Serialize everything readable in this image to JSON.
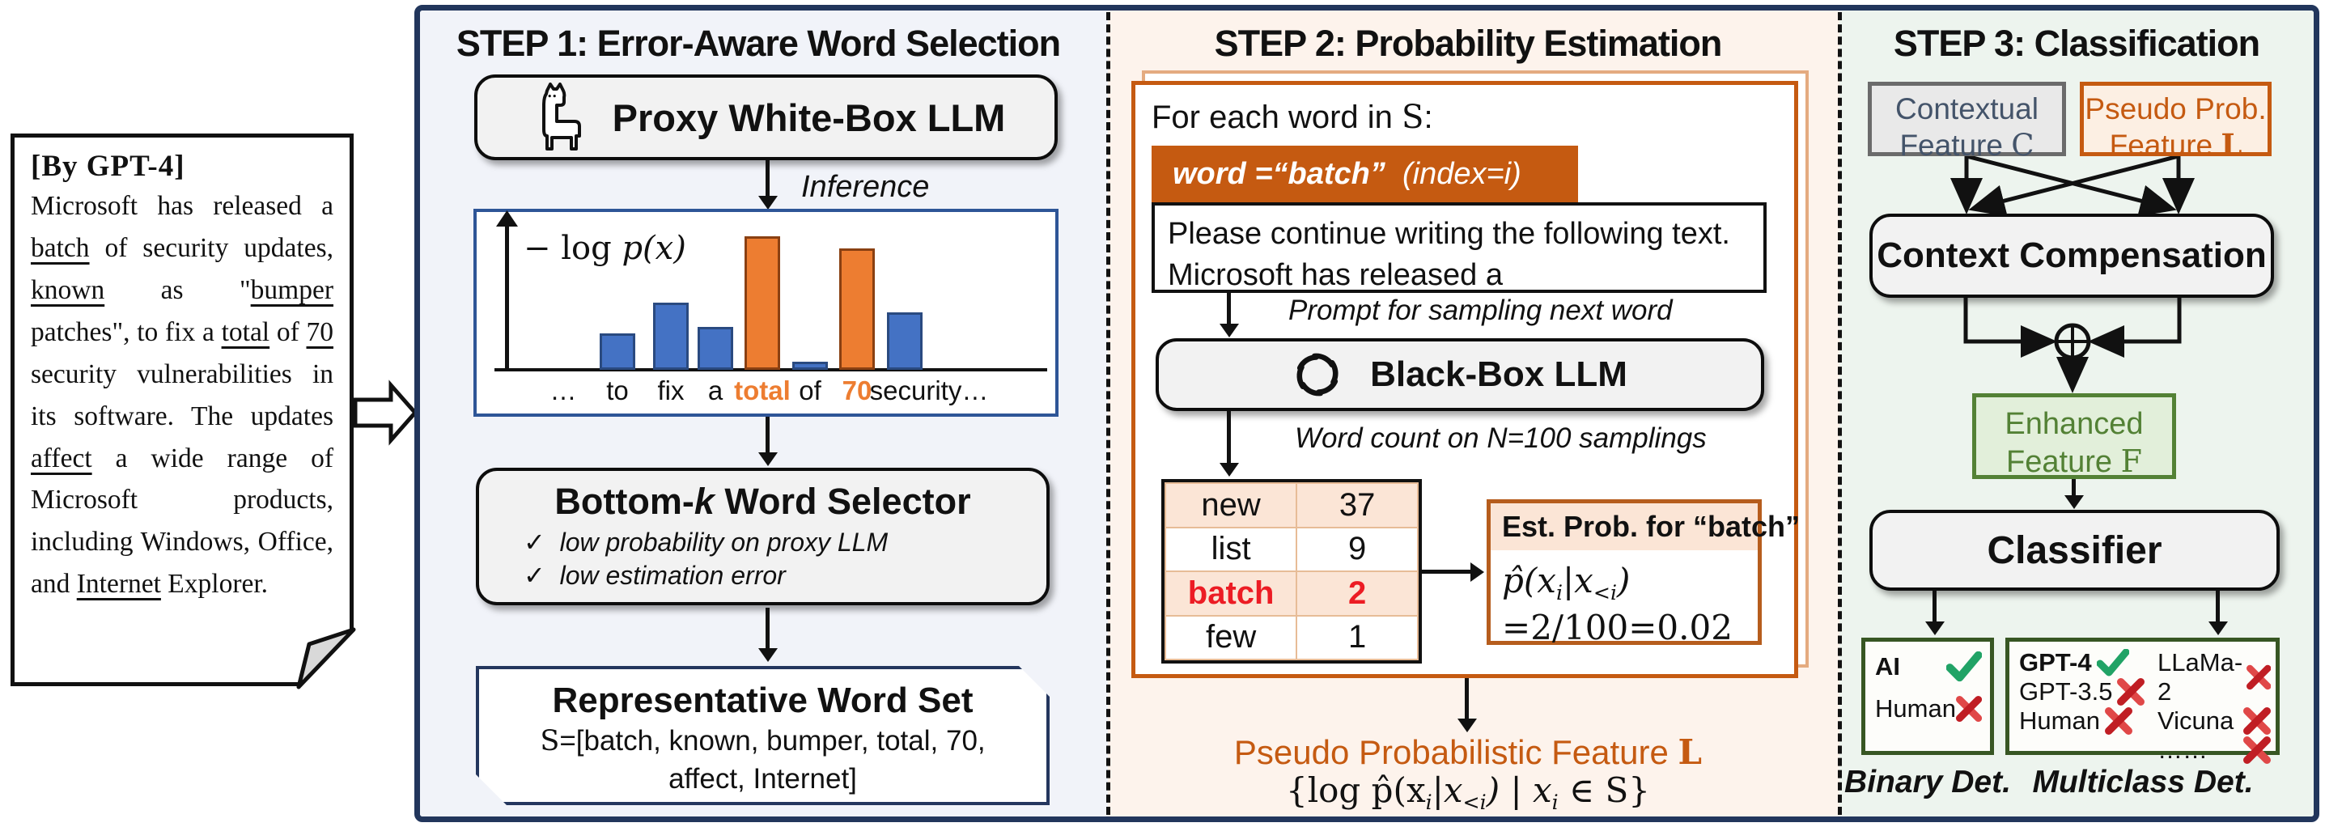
{
  "note": {
    "header": "[By GPT-4]",
    "underlined_words": [
      "batch",
      "known",
      "bumper",
      "total",
      "70",
      "affect",
      "Internet"
    ],
    "segments": [
      " Microsoft has released a ",
      "batch",
      " of security updates, ",
      "known",
      " as \"",
      "bumper",
      " patches\", to fix a ",
      "total",
      " of ",
      "70",
      " security vulnerabilities in its software. The updates ",
      "affect",
      " a wide range of Microsoft products, including Windows, Office, and ",
      "Internet",
      " Explorer."
    ]
  },
  "chart_data": {
    "type": "bar",
    "title": "",
    "ylabel_prefix": "− log ",
    "ylabel_math": "p(x)",
    "categories": [
      "…",
      "to",
      "fix",
      "a",
      "total",
      "of",
      "70",
      "security…"
    ],
    "values": [
      0,
      0.27,
      0.5,
      0.32,
      1.0,
      0.06,
      0.91,
      0.43
    ],
    "colors": [
      "none",
      "blue",
      "blue",
      "blue",
      "orange",
      "blue",
      "orange",
      "blue"
    ],
    "highlight": [
      "total",
      "70"
    ],
    "ylim": [
      0,
      1
    ],
    "legend": "none",
    "grid": "off"
  },
  "step1": {
    "title": "STEP 1: Error-Aware Word Selection",
    "proxy_label": "Proxy White-Box LLM",
    "inference_label": "Inference",
    "selector": {
      "pre": "Bottom-",
      "k": "k",
      "post": " Word Selector",
      "check_glyph": "✓",
      "checks": [
        "low probability on proxy LLM",
        "low estimation error"
      ]
    },
    "wordset": {
      "title": "Representative Word Set",
      "s": "S",
      "rest": "=[batch, known, bumper, total, 70, affect, Internet]"
    }
  },
  "step2": {
    "title": "STEP 2: Probability Estimation",
    "loop_label": {
      "pre": "For each word in ",
      "s": "S",
      "post": ":"
    },
    "banner": {
      "word": "word =“batch”",
      "index": "  (index=i)"
    },
    "prompt": {
      "line1": "Please continue writing the following text.",
      "line2": "Microsoft has released a"
    },
    "prompt_caption": "Prompt for sampling next word",
    "blackbox_label": "Black-Box LLM",
    "count_caption": "Word count on N=100 samplings",
    "table": {
      "rows": [
        {
          "word": "new",
          "count": "37"
        },
        {
          "word": "list",
          "count": "9"
        },
        {
          "word": "batch",
          "count": "2"
        },
        {
          "word": "few",
          "count": "1"
        }
      ],
      "highlight_row": "batch"
    },
    "est": {
      "header": "Est. Prob. for “batch”",
      "formula": {
        "a": "p̂(x",
        "b": "i",
        "c": "|x",
        "d": "<i",
        "e": ")"
      },
      "eq": "=2/100=0.02"
    },
    "output": {
      "label": "Pseudo Probabilistic Feature ",
      "letter": "L",
      "formula": {
        "a": "{log p̂(x",
        "b": "i",
        "c": "|x",
        "d": "<i",
        "e": ") | x",
        "f": "i",
        "g": " ∈ S}"
      }
    }
  },
  "step3": {
    "title": "STEP 3: Classification",
    "contextual": {
      "line1": "Contextual",
      "line2": "Feature ",
      "letter": "C"
    },
    "pseudo": {
      "line1": "Pseudo Prob.",
      "line2": "Feature ",
      "letter": "L"
    },
    "compensation": "Context Compensation",
    "enhanced": {
      "line1": "Enhanced",
      "line2": "Feature ",
      "letter": "F"
    },
    "classifier": "Classifier",
    "binary": {
      "caption": "Binary Det.",
      "rows": [
        {
          "label": "AI",
          "mark": "check"
        },
        {
          "label": "Human",
          "mark": "cross"
        }
      ]
    },
    "multiclass": {
      "caption": "Multiclass Det.",
      "left": [
        {
          "label": "GPT-4",
          "mark": "check"
        },
        {
          "label": "GPT-3.5",
          "mark": "cross"
        },
        {
          "label": "Human",
          "mark": "cross"
        }
      ],
      "right": [
        {
          "label": "LLaMa-2",
          "mark": "cross"
        },
        {
          "label": "Vicuna",
          "mark": "cross"
        },
        {
          "label": "……",
          "mark": "cross"
        }
      ]
    }
  },
  "colors": {
    "navy_border": "#22365c",
    "accent_orange": "#c55a11",
    "bar_blue": "#4472c4",
    "bar_orange": "#ed7d31",
    "green": "#538135",
    "check_green": "#21a366",
    "cross_red": "#c9252b",
    "red_text": "#ec1c24",
    "peach": "#fbe5d6"
  }
}
